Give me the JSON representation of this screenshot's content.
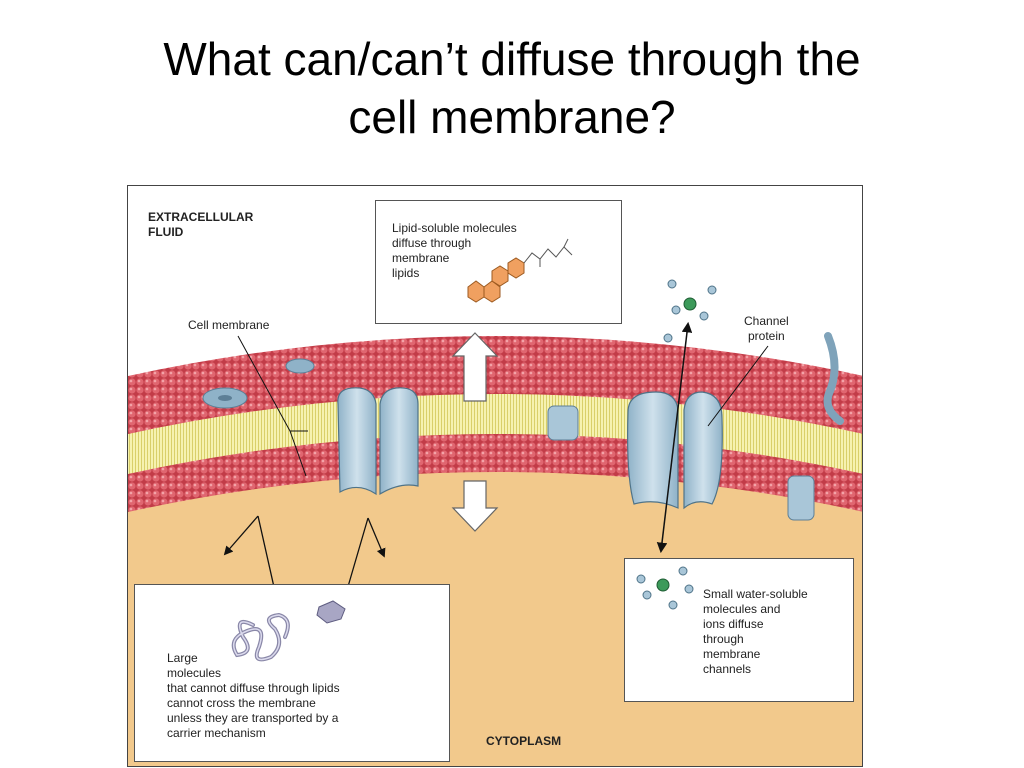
{
  "slide": {
    "title_lines": [
      "What can/can’t diffuse through the",
      "cell membrane?"
    ]
  },
  "figure": {
    "extracellular_label": [
      "EXTRACELLULAR",
      "FLUID"
    ],
    "cytoplasm_label": "CYTOPLASM",
    "cell_membrane_label": "Cell membrane",
    "channel_protein_label": [
      "Channel",
      "protein"
    ],
    "lipid_box_lines": [
      "Lipid-soluble molecules",
      "diffuse through",
      "membrane",
      "lipids"
    ],
    "large_box_lines": [
      "Large",
      "molecules",
      "that cannot diffuse through lipids",
      "cannot cross the membrane",
      "unless they are transported by a",
      "carrier mechanism"
    ],
    "small_box_lines": [
      "Small water-soluble",
      "molecules and",
      "ions diffuse",
      "through",
      "membrane",
      "channels"
    ],
    "colors": {
      "extracellular": "#ffffff",
      "cytoplasm": "#f2c98c",
      "lipid_heads": "#d8505a",
      "lipid_tails": "#f4f0a8",
      "proteins": "#a9c6d8",
      "steroid": "#f0a060",
      "ion_green": "#3c9a5a"
    }
  }
}
